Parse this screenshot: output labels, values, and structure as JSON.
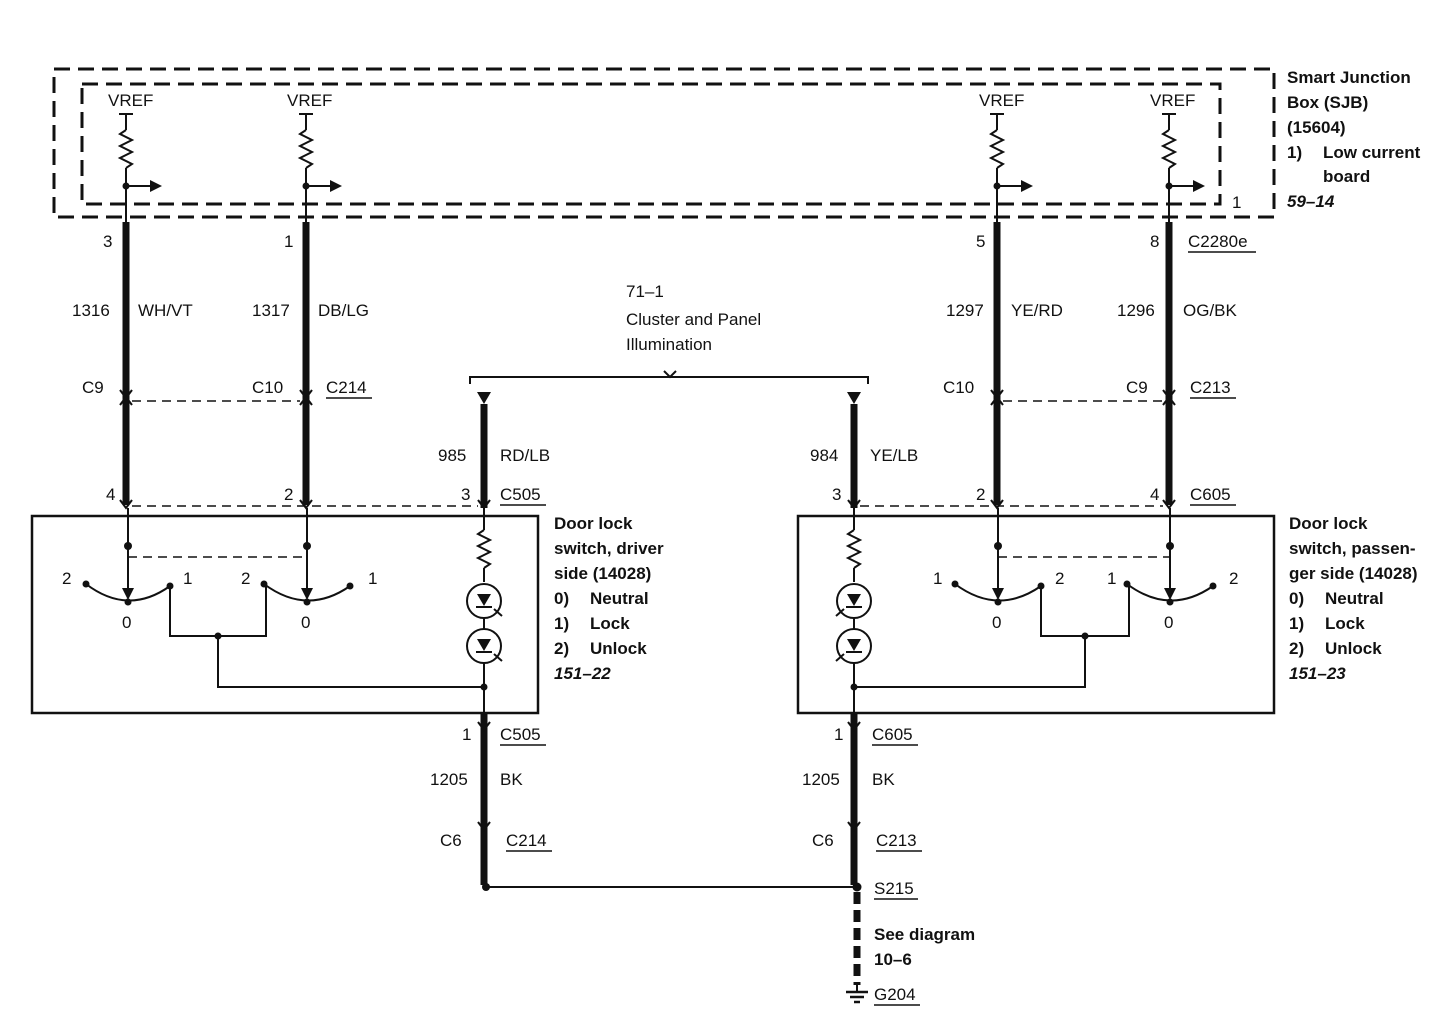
{
  "sjb": {
    "vref": "VREF",
    "title_line1": "Smart Junction",
    "title_line2": "Box (SJB)",
    "title_line3": "(15604)",
    "item_num": "1)",
    "item_line1": "Low current",
    "item_line2": "board",
    "ref": "59–14",
    "board_pin": "1",
    "connector": "C2280e"
  },
  "left_wires": [
    {
      "pin_sjb": "3",
      "circuit": "1316",
      "color": "WH/VT",
      "inline_conn": "C9",
      "pin_switch": "4"
    },
    {
      "pin_sjb": "1",
      "circuit": "1317",
      "color": "DB/LG",
      "inline_conn": "C10",
      "pin_switch": "2"
    }
  ],
  "right_wires": [
    {
      "pin_sjb": "5",
      "circuit": "1297",
      "color": "YE/RD",
      "inline_conn": "C10",
      "pin_switch": "2"
    },
    {
      "pin_sjb": "8",
      "circuit": "1296",
      "color": "OG/BK",
      "inline_conn": "C9",
      "pin_switch": "4"
    }
  ],
  "left_inline_connector": "C214",
  "right_inline_connector": "C213",
  "illumination": {
    "ref": "71–1",
    "line1": "Cluster and Panel",
    "line2": "Illumination"
  },
  "driver_illum_wire": {
    "circuit": "985",
    "color": "RD/LB",
    "pin": "3",
    "connector": "C505"
  },
  "passenger_illum_wire": {
    "circuit": "984",
    "color": "YE/LB",
    "pin": "3",
    "connector": "C605"
  },
  "driver_switch": {
    "line1": "Door lock",
    "line2": "switch, driver",
    "line3": "side (14028)",
    "states": [
      {
        "num": "0)",
        "label": "Neutral"
      },
      {
        "num": "1)",
        "label": "Lock"
      },
      {
        "num": "2)",
        "label": "Unlock"
      }
    ],
    "ref": "151–22",
    "contact_labels": [
      "2",
      "1",
      "0",
      "2",
      "1",
      "0"
    ]
  },
  "passenger_switch": {
    "line1": "Door lock",
    "line2": "switch, passen-",
    "line3": "ger side (14028)",
    "states": [
      {
        "num": "0)",
        "label": "Neutral"
      },
      {
        "num": "1)",
        "label": "Lock"
      },
      {
        "num": "2)",
        "label": "Unlock"
      }
    ],
    "ref": "151–23",
    "contact_labels": [
      "1",
      "2",
      "0",
      "1",
      "2",
      "0"
    ]
  },
  "driver_ground": {
    "pin": "1",
    "connector": "C505",
    "circuit": "1205",
    "color": "BK",
    "inline_pin": "C6",
    "inline_conn": "C214"
  },
  "passenger_ground": {
    "pin": "1",
    "connector": "C605",
    "circuit": "1205",
    "color": "BK",
    "inline_pin": "C6",
    "inline_conn": "C213"
  },
  "splice": "S215",
  "see_line1": "See diagram",
  "see_line2": "10–6",
  "ground_point": "G204"
}
